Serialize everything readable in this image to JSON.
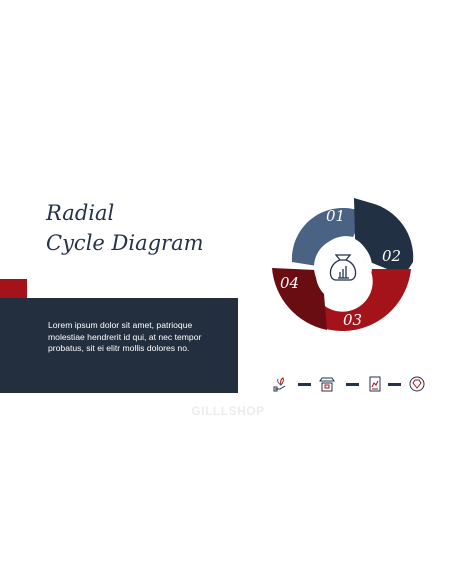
{
  "slide": {
    "title_line1": "Radial",
    "title_line2": "Cycle Diagram",
    "body_text": "Lorem ipsum dolor sit amet, patrioque molestiae hendrerit id qui, at nec tempor probatus, sit ei elitr mollis dolores no.",
    "watermark": "GILLLSHOP"
  },
  "cycle": {
    "segments": [
      {
        "label": "01",
        "color": "#4a6283"
      },
      {
        "label": "02",
        "color": "#223044"
      },
      {
        "label": "03",
        "color": "#a31319"
      },
      {
        "label": "04",
        "color": "#6a0d12"
      }
    ],
    "center_icon": "money-bag-icon"
  },
  "icons_row": [
    "hand-plant-icon",
    "shop-counter-icon",
    "document-chart-icon",
    "gem-circle-icon"
  ],
  "colors": {
    "navy": "#232f3f",
    "red": "#a31319",
    "slate_blue": "#4a6283",
    "dark_red": "#6a0d12"
  }
}
